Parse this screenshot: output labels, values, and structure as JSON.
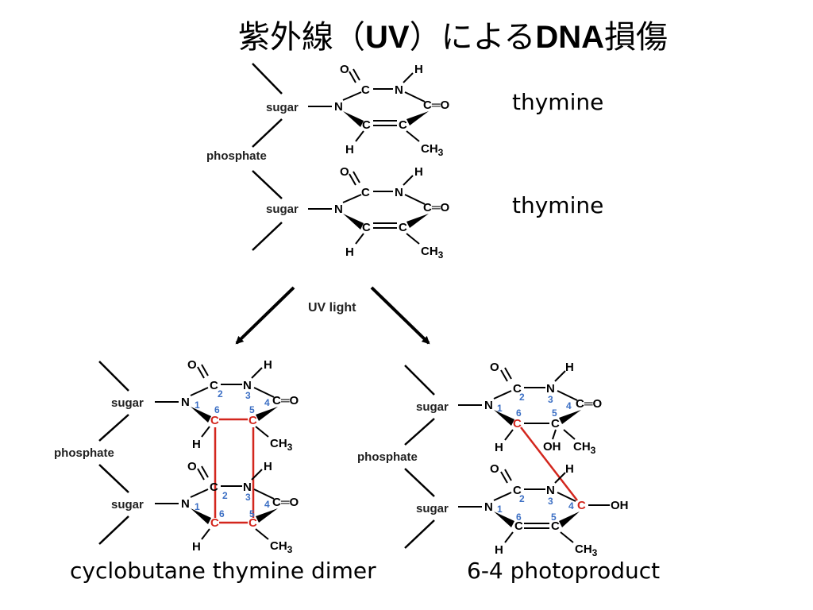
{
  "title": {
    "prefix": "紫外線（",
    "uv": "UV",
    "middle": "）による",
    "dna": "DNA",
    "suffix": "損傷"
  },
  "labels": {
    "thymine_top": "thymine",
    "thymine_bottom": "thymine",
    "uv_light": "UV light",
    "sugar": "sugar",
    "phosphate": "phosphate",
    "dimer_caption": "cyclobutane thymine dimer",
    "photoproduct_caption": "6-4 photoproduct"
  },
  "atoms": {
    "carbon": "C",
    "nitrogen": "N",
    "oxygen": "O",
    "hydrogen": "H",
    "methyl": "CH",
    "methyl_sub": "3",
    "hydroxyl": "OH",
    "double_o": "C═O"
  },
  "ring_numbers": [
    "1",
    "2",
    "3",
    "4",
    "5",
    "6"
  ],
  "colors": {
    "bond_new": "#d3261d",
    "ring_number": "#3c6fc4",
    "line": "#000000"
  }
}
